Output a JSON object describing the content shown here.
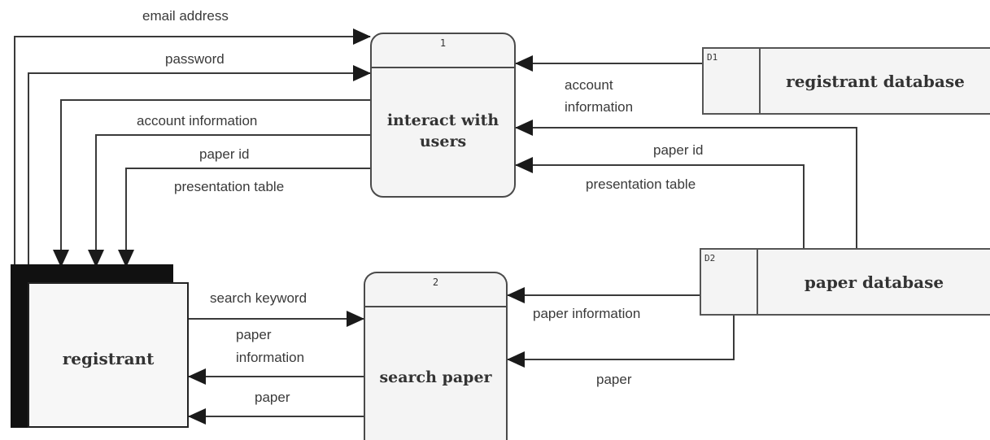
{
  "processes": [
    {
      "number": "1",
      "name_line1": "interact with",
      "name_line2": "users"
    },
    {
      "number": "2",
      "name_line1": "search paper",
      "name_line2": ""
    }
  ],
  "stores": [
    {
      "id": "D1",
      "name": "registrant database"
    },
    {
      "id": "D2",
      "name": "paper database"
    }
  ],
  "entity": {
    "name": "registrant"
  },
  "flows": {
    "email_address": "email address",
    "password": "password",
    "account_information_out": "account information",
    "paper_id_out": "paper id",
    "presentation_table_out": "presentation table",
    "account_information_in_line1": "account",
    "account_information_in_line2": "information",
    "paper_id_in": "paper id",
    "presentation_table_in": "presentation table",
    "search_keyword": "search keyword",
    "paper_information_out_line1": "paper",
    "paper_information_out_line2": "information",
    "paper_out": "paper",
    "paper_information_in": "paper information",
    "paper_in": "paper"
  },
  "colors": {
    "line": "#3a3a3a",
    "arrow": "#1a1a1a",
    "entity_shadow": "#111111"
  }
}
